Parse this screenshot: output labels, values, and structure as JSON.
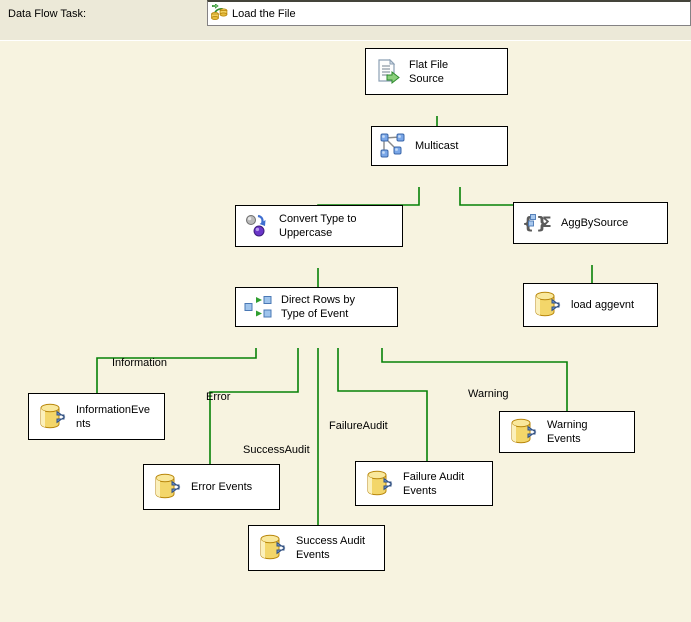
{
  "header": {
    "label": "Data Flow Task:",
    "task_selector": {
      "value": "Load the File",
      "icon": "data-flow-task-icon"
    }
  },
  "colors": {
    "connector_green": "#078107",
    "canvas_background": "#f7f3e0",
    "topbar_background": "#ece9d8",
    "node_background": "#ffffff",
    "node_border": "#000000"
  },
  "nodes": [
    {
      "id": "flat-file-source",
      "label": "Flat File Source",
      "icon": "flat-file-source-icon"
    },
    {
      "id": "multicast",
      "label": "Multicast",
      "icon": "multicast-icon"
    },
    {
      "id": "convert-type",
      "label": "Convert Type to Uppercase",
      "icon": "data-conversion-icon"
    },
    {
      "id": "aggbysource",
      "label": "AggBySource",
      "icon": "aggregate-icon"
    },
    {
      "id": "direct-rows",
      "label": "Direct Rows by Type of Event",
      "icon": "conditional-split-icon"
    },
    {
      "id": "load-aggevnt",
      "label": "load aggevnt",
      "icon": "db-destination-icon"
    },
    {
      "id": "information-events",
      "label": "InformationEvents",
      "icon": "db-destination-icon"
    },
    {
      "id": "error-events",
      "label": "Error Events",
      "icon": "db-destination-icon"
    },
    {
      "id": "success-audit-events",
      "label": "Success Audit Events",
      "icon": "db-destination-icon"
    },
    {
      "id": "failure-audit-events",
      "label": "Failure Audit Events",
      "icon": "db-destination-icon"
    },
    {
      "id": "warning-events",
      "label": "Warning Events",
      "icon": "db-destination-icon"
    }
  ],
  "edge_labels": [
    {
      "id": "information",
      "label": "Information"
    },
    {
      "id": "error",
      "label": "Error"
    },
    {
      "id": "successaudit",
      "label": "SuccessAudit"
    },
    {
      "id": "failureaudit",
      "label": "FailureAudit"
    },
    {
      "id": "warning",
      "label": "Warning"
    }
  ]
}
